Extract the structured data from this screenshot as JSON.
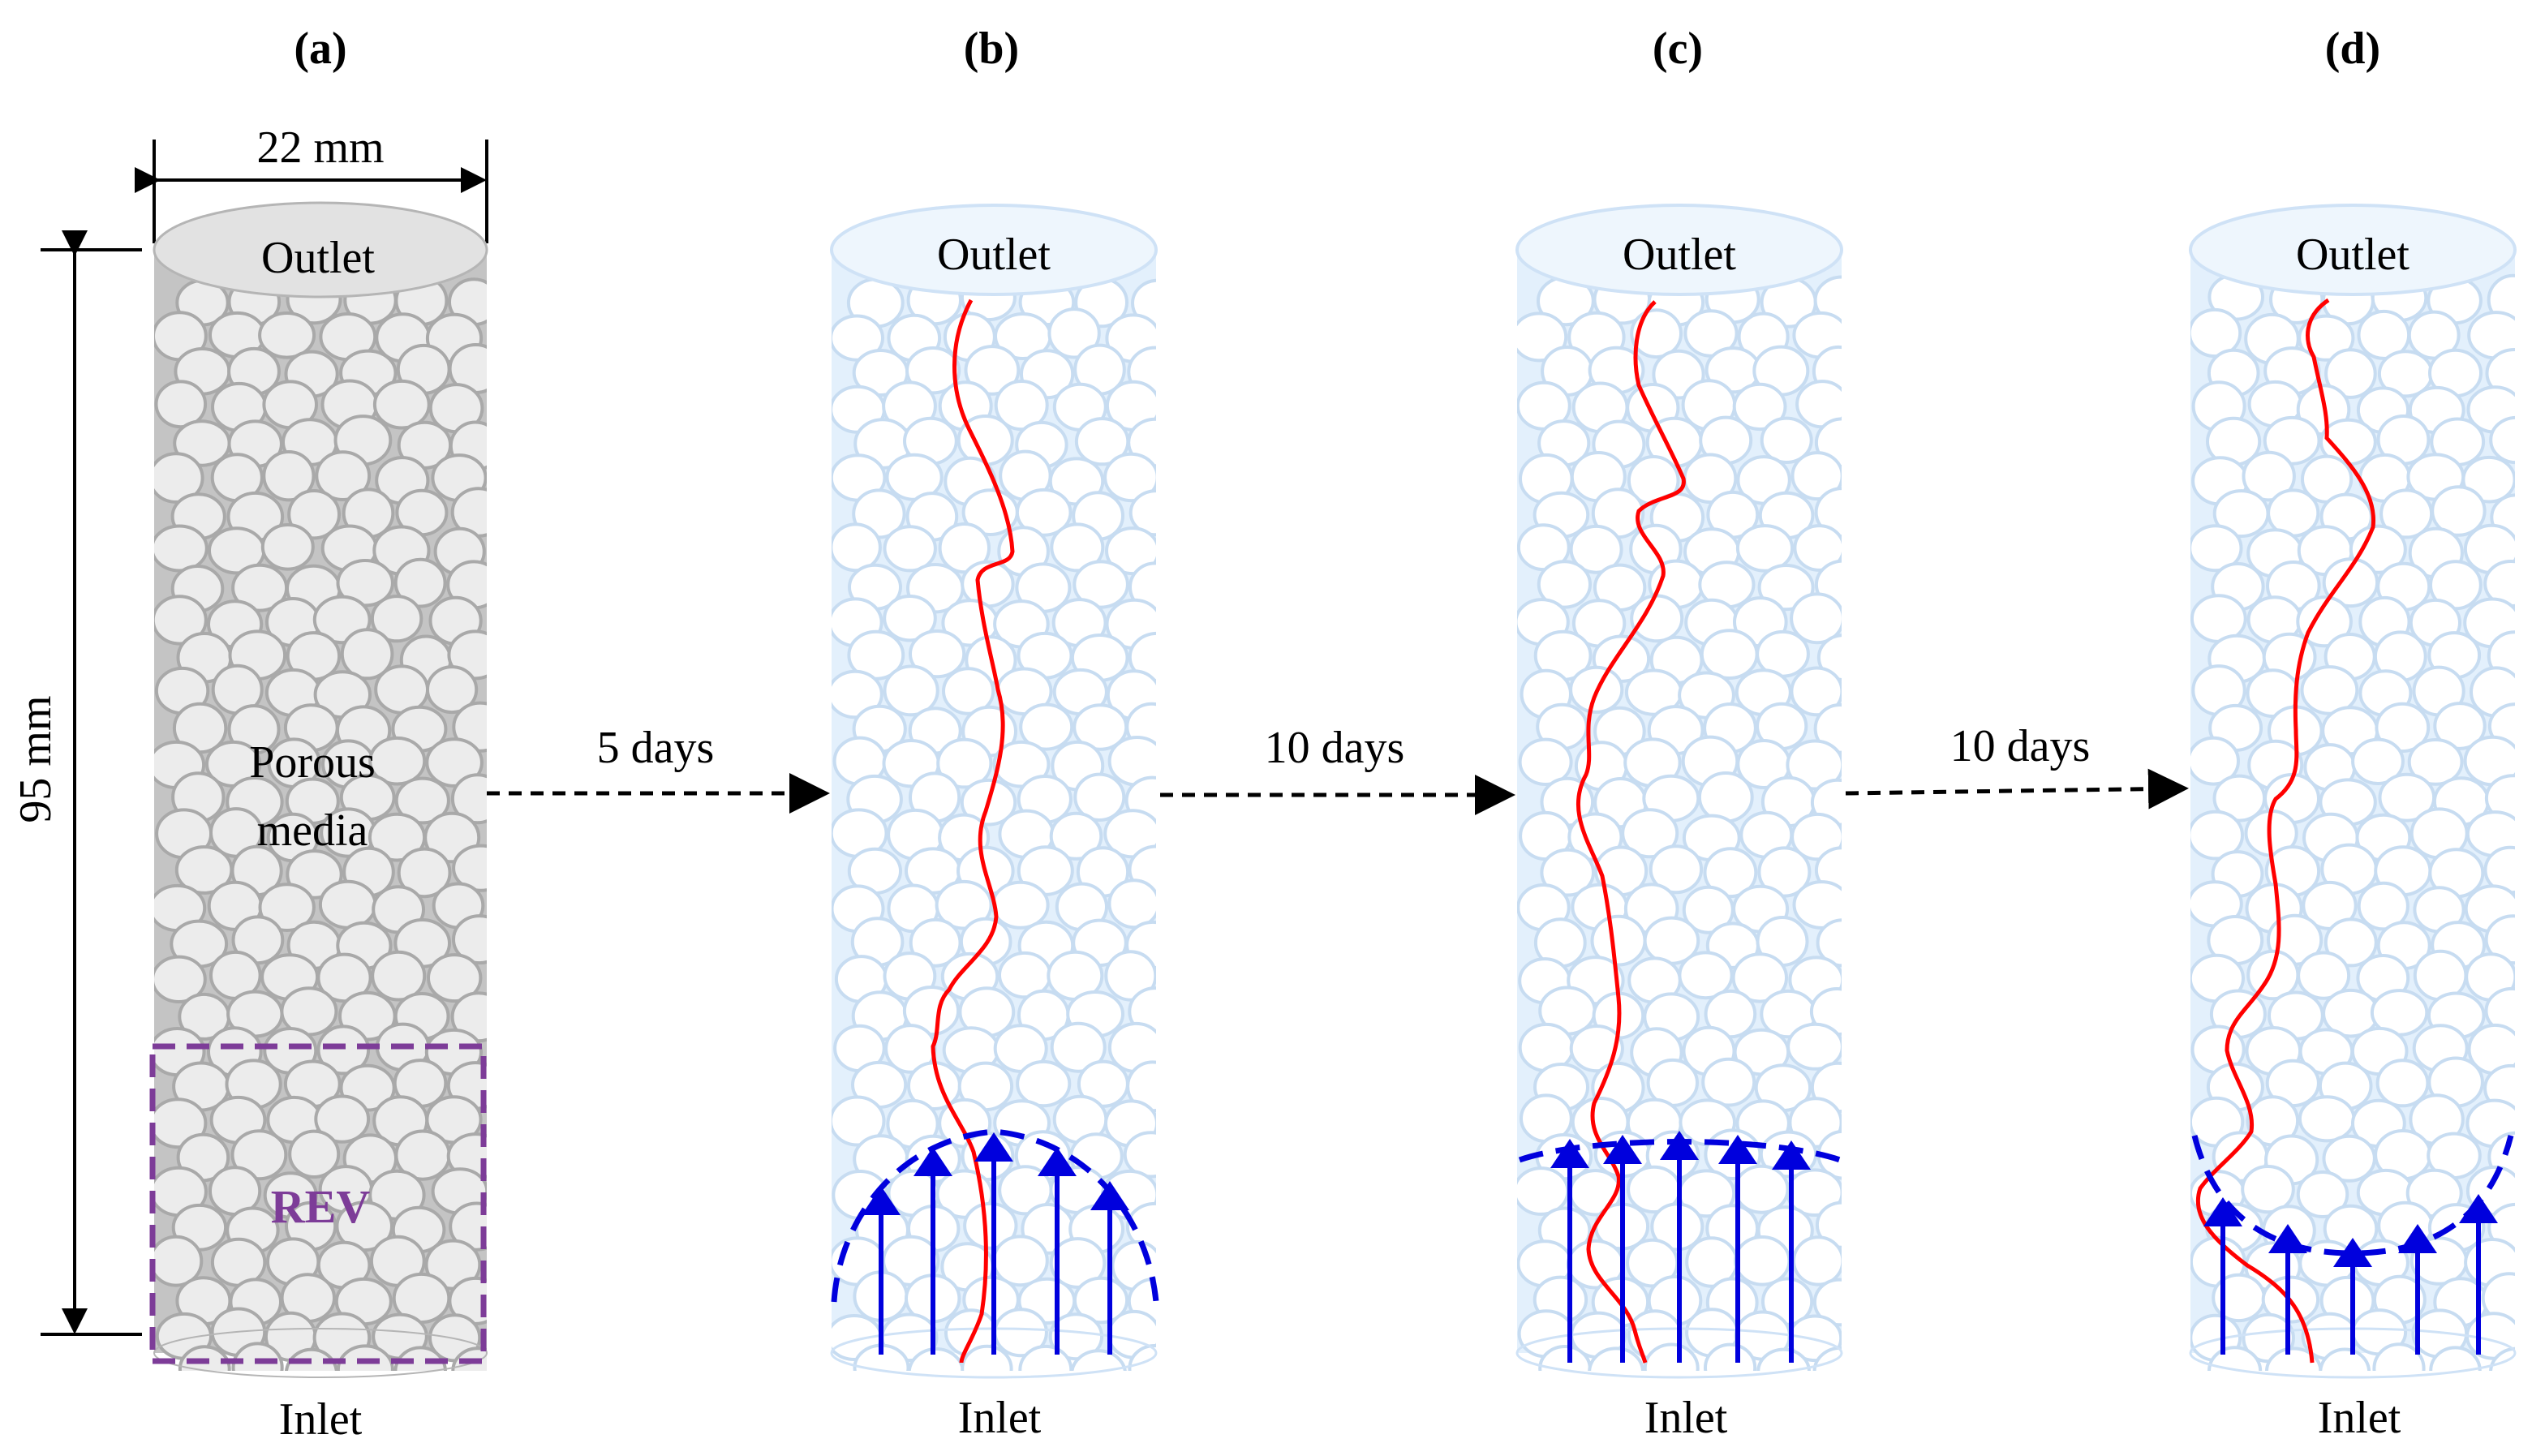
{
  "panels": [
    {
      "id": "a",
      "label": "(a)",
      "top_label": "Outlet",
      "bottom_label": "Inlet",
      "style": "gray"
    },
    {
      "id": "b",
      "label": "(b)",
      "top_label": "Outlet",
      "bottom_label": "Inlet",
      "style": "blue"
    },
    {
      "id": "c",
      "label": "(c)",
      "top_label": "Outlet",
      "bottom_label": "Inlet",
      "style": "blue"
    },
    {
      "id": "d",
      "label": "(d)",
      "top_label": "Outlet",
      "bottom_label": "Inlet",
      "style": "blue"
    }
  ],
  "dimensions": {
    "width": "22 mm",
    "height": "95 mm"
  },
  "annotations": {
    "media_line1": "Porous",
    "media_line2": "media",
    "rev": "REV"
  },
  "transitions": [
    "5 days",
    "10 days",
    "10 days"
  ],
  "colors": {
    "column_gray": "#c4c4c4",
    "column_blue": "#e3f0fc",
    "grain": "#f3f3f3",
    "crack": "#ff0000",
    "flow": "#0000dd",
    "rev_box": "#7d3c98",
    "text": "#000000"
  }
}
